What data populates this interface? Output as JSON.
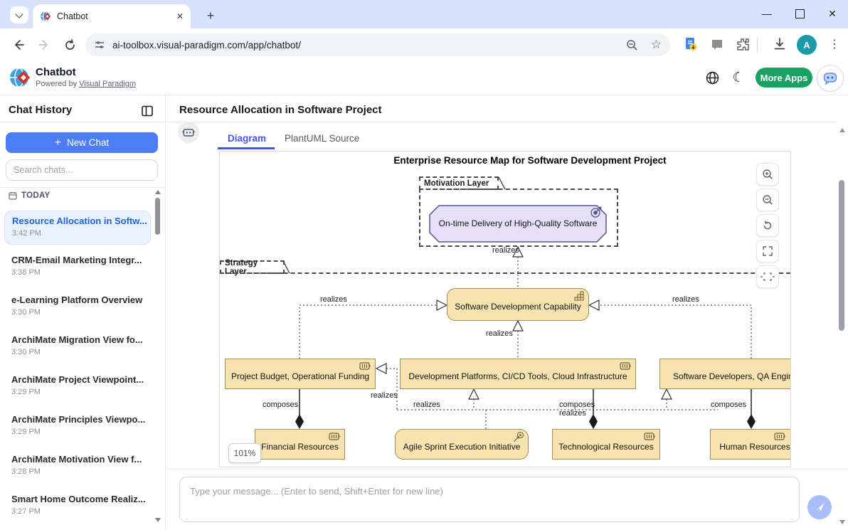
{
  "browser": {
    "tab_title": "Chatbot",
    "url": "ai-toolbox.visual-paradigm.com/app/chatbot/"
  },
  "icons": {
    "plus": "+",
    "close": "✕",
    "minimize": "—",
    "menu_dots": "⋮",
    "star": "☆",
    "moon": "☾"
  },
  "app_header": {
    "title": "Chatbot",
    "powered_by": "Powered by",
    "powered_link": "Visual Paradigm",
    "more_apps": "More Apps",
    "avatar_letter": "A"
  },
  "sidebar": {
    "title": "Chat History",
    "new_chat": "New Chat",
    "search_placeholder": "Search chats...",
    "section": "TODAY",
    "chats": [
      {
        "title": "Resource Allocation in Softw...",
        "time": "3:42 PM"
      },
      {
        "title": "CRM-Email Marketing Integr...",
        "time": "3:38 PM"
      },
      {
        "title": "e-Learning Platform Overview",
        "time": "3:30 PM"
      },
      {
        "title": "ArchiMate Migration View fo...",
        "time": "3:30 PM"
      },
      {
        "title": "ArchiMate Project Viewpoint...",
        "time": "3:29 PM"
      },
      {
        "title": "ArchiMate Principles Viewpo...",
        "time": "3:29 PM"
      },
      {
        "title": "ArchiMate Motivation View f...",
        "time": "3:28 PM"
      },
      {
        "title": "Smart Home Outcome Realiz...",
        "time": "3:27 PM"
      }
    ]
  },
  "main": {
    "page_title": "Resource Allocation in Software Project",
    "tabs": [
      {
        "label": "Diagram"
      },
      {
        "label": "PlantUML Source"
      }
    ],
    "zoom_badge": "101%"
  },
  "diagram": {
    "title": "Enterprise Resource Map for Software Development Project",
    "groups": {
      "motivation": "Motivation Layer",
      "strategy": "Strategy Layer"
    },
    "nodes": {
      "goal": "On-time Delivery of High-Quality Software",
      "capability": "Software Development Capability",
      "budget": "Project Budget, Operational Funding",
      "platforms": "Development Platforms, CI/CD Tools, Cloud Infrastructure",
      "people": "Software Developers, QA Engineers",
      "financial": "Financial Resources",
      "initiative": "Agile Sprint Execution Initiative",
      "technological": "Technological Resources",
      "human": "Human Resources"
    },
    "labels": {
      "realizes": "realizes",
      "composes": "composes"
    }
  },
  "composer": {
    "placeholder": "Type your message... (Enter to send, Shift+Enter for new line)"
  }
}
